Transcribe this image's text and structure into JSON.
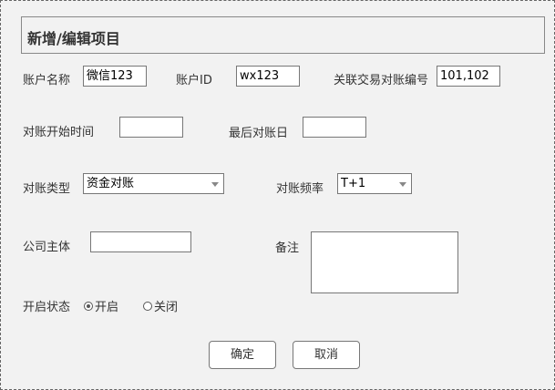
{
  "dialog": {
    "title": "新增/编辑项目"
  },
  "form": {
    "account_name": {
      "label": "账户名称",
      "value": "微信123"
    },
    "account_id": {
      "label": "账户ID",
      "value": "wx123"
    },
    "linked_ids": {
      "label": "关联交易对账编号",
      "value": "101,102"
    },
    "start_time": {
      "label": "对账开始时间",
      "value": ""
    },
    "last_date": {
      "label": "最后对账日",
      "value": ""
    },
    "recon_type": {
      "label": "对账类型",
      "value": "资金对账",
      "icon": "chevron-down-icon"
    },
    "recon_freq": {
      "label": "对账频率",
      "value": "T+1",
      "icon": "chevron-down-icon"
    },
    "company": {
      "label": "公司主体",
      "value": ""
    },
    "remark": {
      "label": "备注",
      "value": ""
    },
    "status": {
      "label": "开启状态",
      "options": [
        {
          "label": "开启",
          "checked": true
        },
        {
          "label": "关闭",
          "checked": false
        }
      ]
    }
  },
  "buttons": {
    "confirm": "确定",
    "cancel": "取消"
  },
  "colors": {
    "background": "#f2f2f2",
    "border": "#777777",
    "text": "#333333"
  }
}
